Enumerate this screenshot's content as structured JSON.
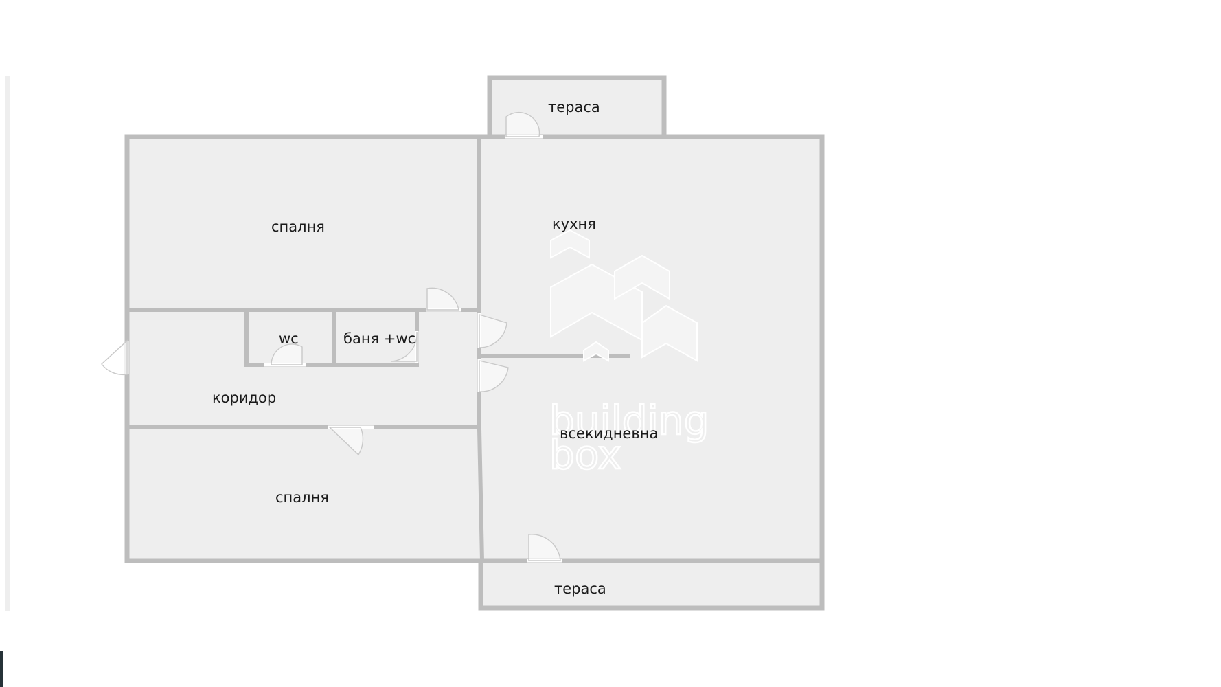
{
  "plan": {
    "rooms": {
      "terrace_top": "тераса",
      "bedroom_top": "спалня",
      "kitchen": "кухня",
      "wc": "wc",
      "bathroom": "баня +wc",
      "corridor": "коридор",
      "living_room": "всекидневна",
      "bedroom_bottom": "спалня",
      "terrace_bottom": "тераса"
    },
    "watermark": {
      "line1": "building",
      "line2": "box"
    }
  },
  "colors": {
    "floor": "#eeeeee",
    "wall": "#bdbdbd",
    "background": "#ffffff"
  }
}
